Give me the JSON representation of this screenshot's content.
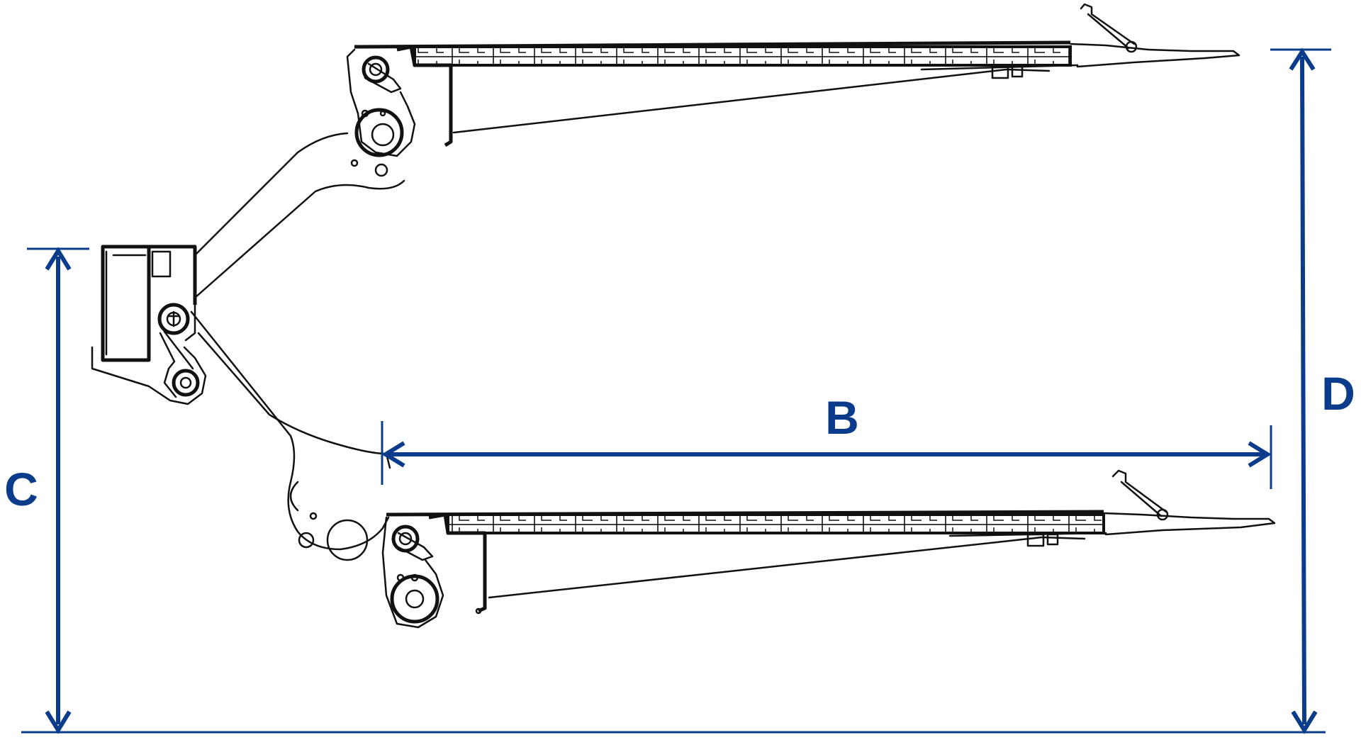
{
  "labels": {
    "b": "B",
    "c": "C",
    "d": "D"
  },
  "colors": {
    "dimension": "#0b3c8c",
    "drawing": "#111111",
    "background": "#ffffff"
  }
}
